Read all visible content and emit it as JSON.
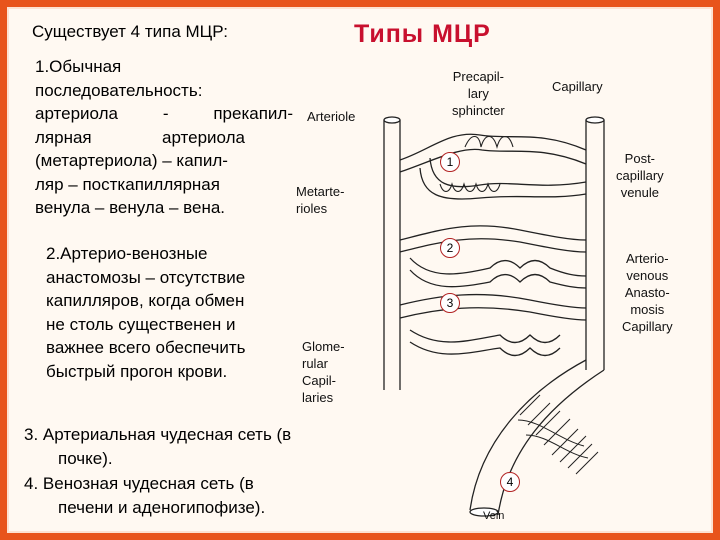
{
  "slide": {
    "intro": "Существует 4 типа МЦР:",
    "title": "Типы МЦР",
    "p1": [
      "1.Обычная",
      "последовательность:",
      "артериола  -  прекапил-",
      "лярная   артериола",
      "(метартериола) – капил-",
      "ляр – посткапиллярная",
      "венула – венула – вена."
    ],
    "p2": [
      "2.Артерио-венозные",
      "анастомозы – отсутствие",
      "капилляров, когда обмен",
      "не столь существенен и",
      "важнее всего обеспечить",
      "быстрый прогон крови."
    ],
    "p3": [
      "3.  Артериальная чудесная сеть (в",
      "почке)."
    ],
    "p4": [
      "4.  Венозная чудесная сеть (в",
      "печени и аденогипофизе)."
    ]
  },
  "diagram": {
    "labels": {
      "precap": "Precapil-\nlary\nsphincter",
      "capillary": "Capillary",
      "arteriole": "Arteriole",
      "postcap": "Post-\ncapillary\nvenule",
      "metarterioles": "Metarte-\nrioles",
      "arteriovenous": "Arterio-\nvenous\nAnasto-\nmosis\nCapillary",
      "glomerular": "Glome-\nrular\nCapil-\nlaries",
      "vein": "Vein"
    },
    "markers": [
      "1",
      "2",
      "3",
      "4"
    ]
  }
}
